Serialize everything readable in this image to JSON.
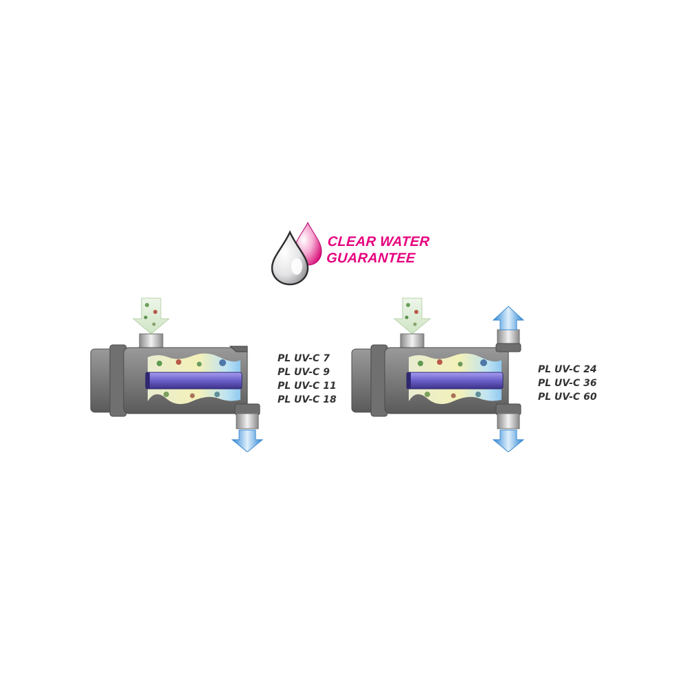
{
  "badge": {
    "line1": "CLEAR WATER",
    "line2": "GUARANTEE",
    "color": "#e6007e"
  },
  "units": [
    {
      "id": "unit-small",
      "outlets": [
        "bottom"
      ],
      "models": [
        "PL UV-C 7",
        "PL UV-C 9",
        "PL UV-C 11",
        "PL UV-C 18"
      ]
    },
    {
      "id": "unit-large",
      "outlets": [
        "top",
        "bottom"
      ],
      "models": [
        "PL UV-C 24",
        "PL UV-C 36",
        "PL UV-C 60"
      ]
    }
  ],
  "colors": {
    "housing": "#7a7a7a",
    "uv_lamp": "#6a5fc8",
    "inflow_arrow": "#d8ead0",
    "outflow_arrow": "#4f9ee0"
  }
}
